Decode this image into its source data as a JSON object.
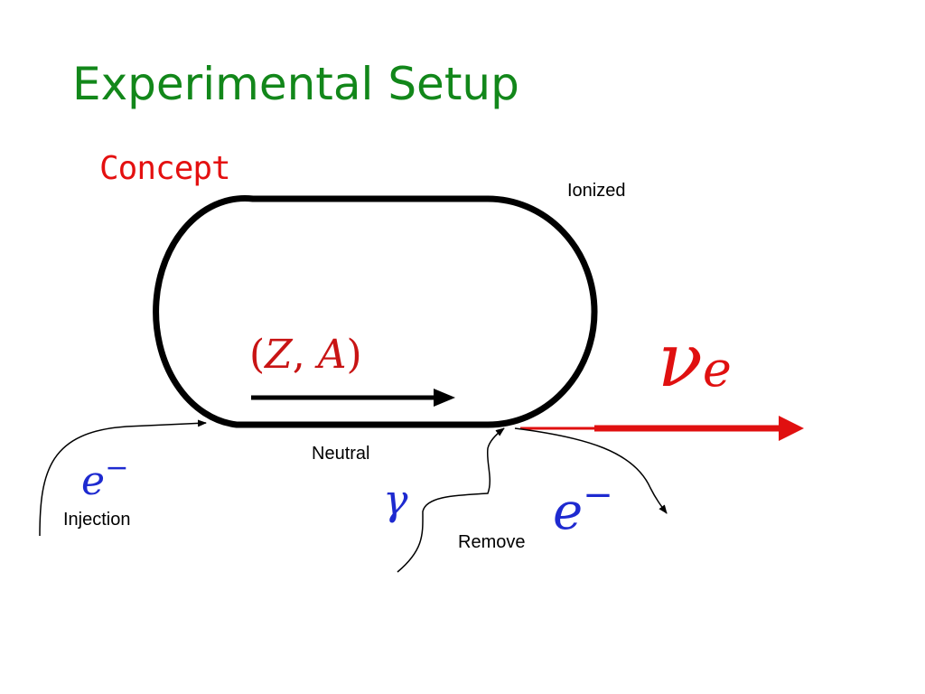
{
  "slide": {
    "title": "Experimental Setup",
    "concept": "Concept"
  },
  "labels": {
    "ionized": "Ionized",
    "neutral": "Neutral",
    "injection": "Injection",
    "remove": "Remove"
  },
  "math": {
    "za_open": "(",
    "za_z": "Z",
    "za_comma": ", ",
    "za_a": "A",
    "za_close": ")",
    "nu": "ν",
    "nu_sub": "e",
    "electron": "e",
    "minus": "−",
    "gamma": "γ"
  },
  "colors": {
    "title": "#12871a",
    "concept": "#e41010",
    "ring": "#000000",
    "neutrino": "#e01010",
    "particles": "#1e2ad0",
    "ion": "#c81414"
  }
}
